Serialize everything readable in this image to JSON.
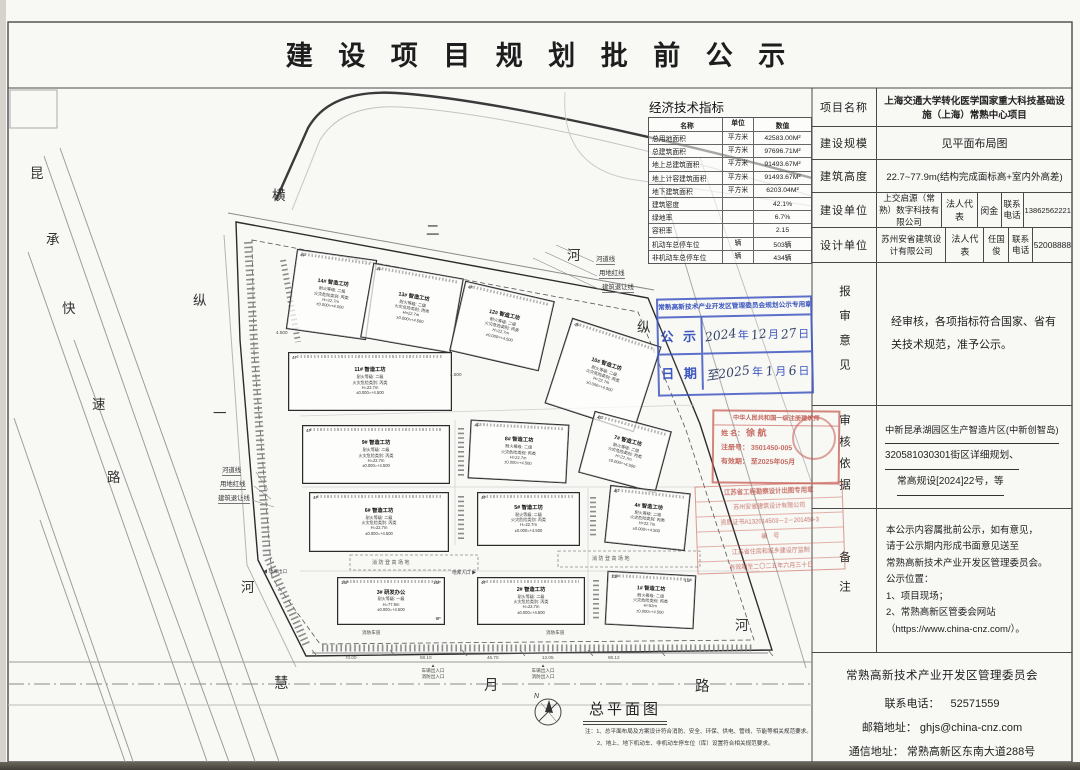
{
  "page": {
    "title": "建 设 项 目 规 划 批 前 公 示"
  },
  "econ": {
    "title": "经济技术指标",
    "h": {
      "name": "名称",
      "unit": "单位",
      "value": "数值"
    },
    "rows": [
      {
        "n": "总用地面积",
        "u": "平方米",
        "v": "42583.00M²"
      },
      {
        "n": "总建筑面积",
        "u": "平方米",
        "v": "97696.71M²"
      },
      {
        "n": "地上总建筑面积",
        "u": "平方米",
        "v": "91493.67M²"
      },
      {
        "n": "地上计容建筑面积",
        "u": "平方米",
        "v": "91493.67M²"
      },
      {
        "n": "地下建筑面积",
        "u": "平方米",
        "v": "6203.04M²"
      },
      {
        "n": "建筑密度",
        "u": "",
        "v": "42.1%"
      },
      {
        "n": "绿地率",
        "u": "",
        "v": "6.7%"
      },
      {
        "n": "容积率",
        "u": "",
        "v": "2.15"
      },
      {
        "n": "机动车总停车位",
        "u": "辆",
        "v": "503辆"
      },
      {
        "n": "非机动车总停车位",
        "u": "辆",
        "v": "434辆"
      }
    ]
  },
  "info": {
    "r1l": "项目名称",
    "r1": "上海交通大学转化医学国家重大科技基础设施（上海）常熟中心项目",
    "r2l": "建设规模",
    "r2": "见平面布局图",
    "r3l": "建筑高度",
    "r3": "22.7~77.9m(结构完成面标高+室内外高差)",
    "r4l": "建设单位",
    "r4a": "上交启源（常熟）数字科技有限公司",
    "r4b": "法人代表",
    "r4c": "闵金",
    "r4d": "联系电话",
    "r4e": "13862562221",
    "r5l": "设计单位",
    "r5a": "苏州安省建筑设计有限公司",
    "r5b": "法人代表",
    "r5c": "任国俊",
    "r5d": "联系电话",
    "r5e": "52008888",
    "r6l": "报审意见",
    "r6": "经审核，各项指标符合国家、省有关技术规范，准予公示。",
    "r7l": "审核依据",
    "r7a": "中新昆承湖园区生产智造片区(中新创智岛)",
    "r7b": "320581030301街区详细规划、",
    "r7c": "常高规设[2024]22号，等",
    "r8l": "备注",
    "r8": [
      "本公示内容属批前公示，如有意见，",
      "请于公示期内形成书面意见送至",
      "常熟高新技术产业开发区管理委员会。",
      "公示位置：",
      "1、项目现场；",
      "2、常熟高新区管委会网站",
      "（https://www.china-cnz.com/）。"
    ],
    "f1": "常熟高新技术产业开发区管理委员会",
    "f2a": "联系电话：",
    "f2b": "52571559",
    "f3a": "邮箱地址：",
    "f3b": "ghjs@china-cnz.com",
    "f4a": "通信地址：",
    "f4b": "常熟高新区东南大道288号"
  },
  "stamp_blue": {
    "color": "#3450bd",
    "header": "常熟高新技术产业开发区管理委员会规划公示专用章",
    "l1": "公 示",
    "l2": "日 期",
    "hw_y1": "2024",
    "hw_m1": "12",
    "hw_d1": "27",
    "hw_y2": "至2025",
    "hw_m2": "1",
    "hw_d2": "6",
    "u_year": "年",
    "u_month": "月",
    "u_day": "日"
  },
  "stamp_arch": {
    "color": "#c05a50",
    "header": "中华人民共和国一级注册建筑师",
    "r1a": "姓  名：",
    "r1b": "徐 航",
    "r2a": "注册号：",
    "r2b": "3501450-005",
    "r3a": "有效期：",
    "r3b": "至2025年05月"
  },
  "stamp_design": {
    "r1": "江苏省工程勘察设计出图专用章",
    "r2": "苏州安省建筑设计有限公司",
    "r3": "资质证书A132014503－2－201450-3",
    "r4": "编　号",
    "r5": "江苏省住房和城乡建设厅监制",
    "r6": "有效期至二〇二五年六月三十日"
  },
  "map": {
    "kc": [
      "昆",
      "承",
      "快",
      "速",
      "路"
    ],
    "heng": [
      "横",
      "二",
      "河"
    ],
    "zong1": [
      "纵",
      "一",
      "河"
    ],
    "zong2": [
      "纵",
      "河"
    ],
    "hui": [
      "慧",
      "月",
      "路"
    ],
    "co": {
      "a": "河道线",
      "b": "用地红线",
      "c": "建筑退让线"
    },
    "lbl": {
      "out": "◀ 地库出口",
      "in": "地库入口 ▶",
      "fire": "消防登高场地",
      "lane": "消防车道",
      "ent_mark": "▲",
      "ent1": "车辆出入口",
      "ent2": "消防出入口",
      "spot": "4.500"
    },
    "dims": [
      "70.00",
      "58.10",
      "46.70",
      "12.05",
      "98.12"
    ],
    "plan": {
      "title": "总平面图",
      "north": "N",
      "note1": "注：1、总平面布局及方案设计符合消防、安全、环保、供电、管线、节能等相关规范要求。",
      "note2": "2、地上、地下机动车、非机动车停车位（库）设置符合相关规范要求。"
    },
    "bld": [
      {
        "name": "1#  智造工坊",
        "a": "耐火等级: 二级",
        "b": "火灾危险类别: 丙类",
        "c": "H=52m",
        "d": "±0.000=+4.500",
        "f": "13F",
        "f2": "11F"
      },
      {
        "name": "2#  智造工坊",
        "a": "耐火等级: 二级",
        "b": "火灾危险类别: 丙类",
        "c": "H=22.7m",
        "d": "±0.000=+4.500",
        "f": "4F"
      },
      {
        "name": "3#  研发办公",
        "a": "耐火等级: 一级",
        "b": "H=77.9m",
        "c": "±0.000=+4.500",
        "d": "",
        "f": "16F",
        "f2": "15F",
        "f3": "9F"
      },
      {
        "name": "4#  智造工坊",
        "a": "耐火等级: 二级",
        "b": "火灾危险类别: 丙类",
        "c": "H=22.7m",
        "d": "±0.000=+4.500",
        "f": "4F"
      },
      {
        "name": "5#  智造工坊",
        "a": "耐火等级: 二级",
        "b": "火灾危险类别: 丙类",
        "c": "H=22.7m",
        "d": "±0.000=+4.500",
        "f": "4F"
      },
      {
        "name": "6#  智造工坊",
        "a": "耐火等级: 二级",
        "b": "火灾危险类别: 丙类",
        "c": "H=22.7m",
        "d": "±0.000=+4.500",
        "f": "4F"
      },
      {
        "name": "7#  智造工坊",
        "a": "耐火等级: 二级",
        "b": "火灾危险类别: 丙类",
        "c": "H=22.7m",
        "d": "±0.000=+4.500",
        "f": "4F"
      },
      {
        "name": "8#  智造工坊",
        "a": "耐火等级: 二级",
        "b": "火灾危险类别: 丙类",
        "c": "H=22.7m",
        "d": "±0.000=+4.500",
        "f": "4F"
      },
      {
        "name": "9#  智造工坊",
        "a": "耐火等级: 二级",
        "b": "火灾危险类别: 丙类",
        "c": "H=22.7m",
        "d": "±0.000=+4.500",
        "f": "4F"
      },
      {
        "name": "10#  智造工坊",
        "a": "耐火等级: 二级",
        "b": "火灾危险类别: 丙类",
        "c": "H=22.7m",
        "d": "±0.000=+4.500",
        "f": "4F"
      },
      {
        "name": "11#  智造工坊",
        "a": "耐火等级: 二级",
        "b": "火灾危险类别: 丙类",
        "c": "H=22.7m",
        "d": "±0.000=+4.500",
        "f": "4F"
      },
      {
        "name": "12#  智造工坊",
        "a": "耐火等级: 二级",
        "b": "火灾危险类别: 丙类",
        "c": "H=22.7m",
        "d": "±0.000=+4.500",
        "f": "4F"
      },
      {
        "name": "13#  智造工坊",
        "a": "耐火等级: 二级",
        "b": "火灾危险类别: 丙类",
        "c": "H=22.7m",
        "d": "±0.000=+4.500",
        "f": "4F"
      },
      {
        "name": "14#  智造工坊",
        "a": "耐火等级: 二级",
        "b": "火灾危险类别: 丙类",
        "c": "H=22.7m",
        "d": "±0.000=+4.500",
        "f": "4F"
      }
    ]
  }
}
